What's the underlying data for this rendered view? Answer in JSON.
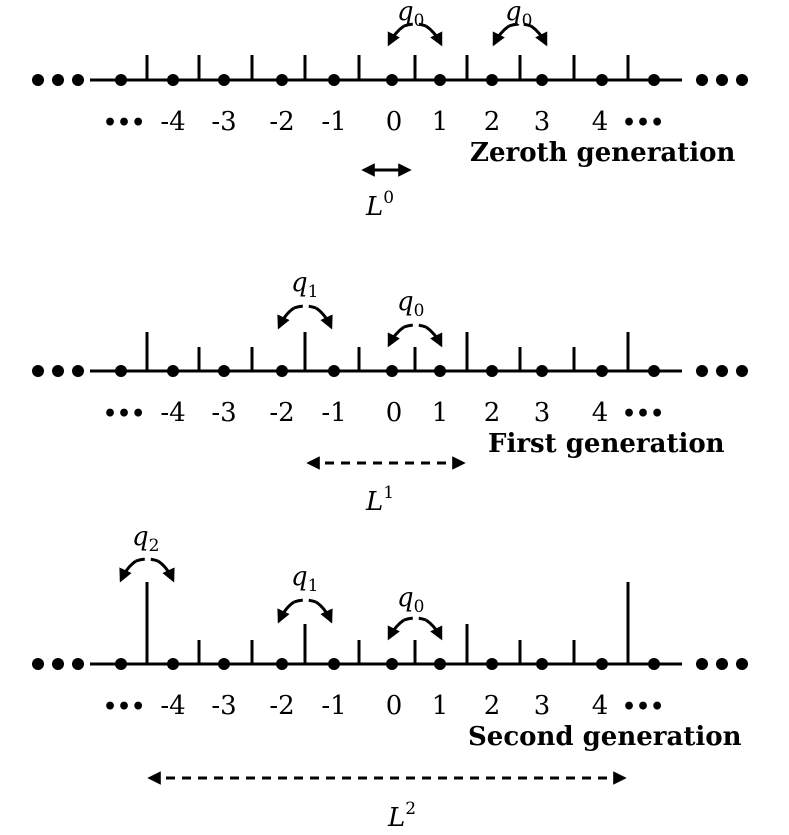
{
  "generations": [
    {
      "caption": "Zeroth generation",
      "site_labels": [
        "-4",
        "-3",
        "-2",
        "-1",
        "0",
        "1",
        "2",
        "3",
        "4"
      ],
      "left_ellipsis": "•••",
      "right_ellipsis": "•••",
      "hops": [
        {
          "symbol": "q",
          "sub": "0"
        },
        {
          "symbol": "q",
          "sub": "0"
        }
      ],
      "length": {
        "symbol": "L",
        "sup": "0"
      }
    },
    {
      "caption": "First generation",
      "site_labels": [
        "-4",
        "-3",
        "-2",
        "-1",
        "0",
        "1",
        "2",
        "3",
        "4"
      ],
      "left_ellipsis": "•••",
      "right_ellipsis": "•••",
      "hops": [
        {
          "symbol": "q",
          "sub": "1"
        },
        {
          "symbol": "q",
          "sub": "0"
        }
      ],
      "length": {
        "symbol": "L",
        "sup": "1"
      }
    },
    {
      "caption": "Second generation",
      "site_labels": [
        "-4",
        "-3",
        "-2",
        "-1",
        "0",
        "1",
        "2",
        "3",
        "4"
      ],
      "left_ellipsis": "•••",
      "right_ellipsis": "•••",
      "hops": [
        {
          "symbol": "q",
          "sub": "2"
        },
        {
          "symbol": "q",
          "sub": "1"
        },
        {
          "symbol": "q",
          "sub": "0"
        }
      ],
      "length": {
        "symbol": "L",
        "sup": "2"
      }
    }
  ]
}
